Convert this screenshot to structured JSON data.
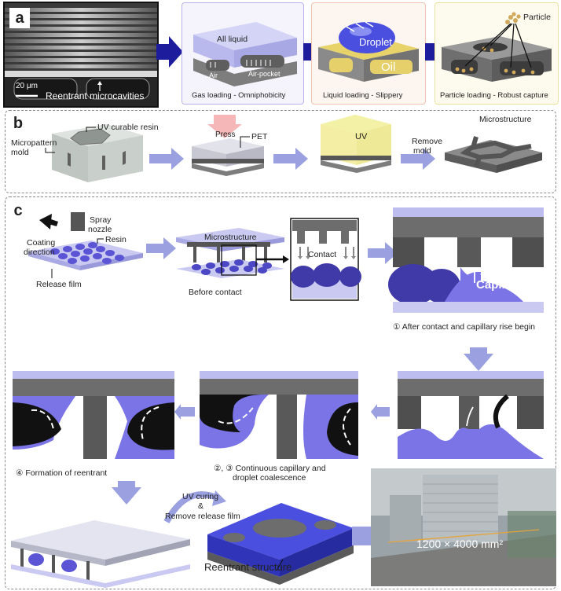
{
  "panel_a": {
    "letter": "a",
    "sem_scale": "20 μm",
    "sem_caption": "Reentrant microcavities",
    "box1": {
      "top": "All liquid",
      "air": "Air",
      "air_pocket": "Air-pocket",
      "caption": "Gas loading - Omniphobicity"
    },
    "box2": {
      "droplet": "Droplet",
      "oil": "Oil",
      "caption": "Liquid loading - Slippery"
    },
    "box3": {
      "particle": "Particle",
      "caption": "Particle loading - Robust capture"
    }
  },
  "panel_b": {
    "letter": "b",
    "micropattern": "Micropattern",
    "mold": "mold",
    "uv_resin": "UV curable resin",
    "press": "Press",
    "pet": "PET",
    "uv": "UV",
    "remove": "Remove",
    "remove_mold": "mold",
    "microstructure": "Microstructure"
  },
  "panel_c": {
    "letter": "c",
    "spray": "Spray",
    "nozzle": "nozzle",
    "coating": "Coating",
    "direction": "direction",
    "resin": "Resin",
    "release_film": "Release film",
    "microstructure": "Microstructure",
    "before_contact": "Before contact",
    "contact": "Contact",
    "capillary": "Capillary",
    "step1": "① After contact and capillary rise begin",
    "step23_line1": "②, ③ Continuous capillary and",
    "step23_line2": "droplet coalescence",
    "step4": "④ Formation of reentrant",
    "uv_curing": "UV curing",
    "amp": "&",
    "remove_release": "Remove release film",
    "reentrant_structure": "Reentrant structure",
    "area": "1200 × 4000 mm²"
  },
  "colors": {
    "resin": "#5b55d6",
    "resin_light": "#9b96ee",
    "structure": "#666666",
    "film": "#c9c9f2",
    "arrow_dark": "#1c1c9c",
    "arrow_light": "#9aa0e0"
  }
}
